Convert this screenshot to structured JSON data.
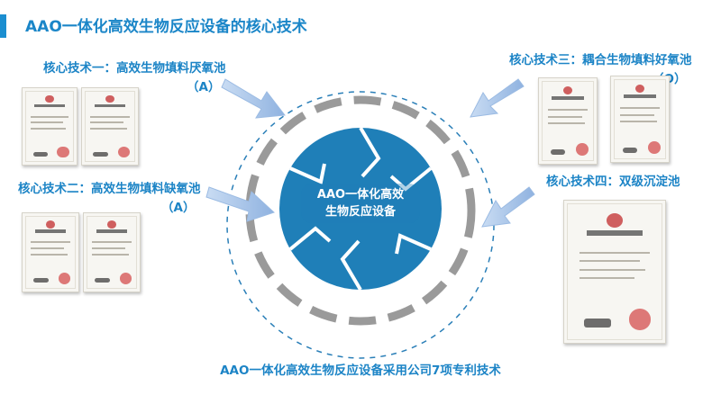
{
  "title": "AAO一体化高效生物反应设备的核心技术",
  "center_label_line1": "AAO一体化高效",
  "center_label_line2": "生物反应设备",
  "technologies": [
    {
      "line1": "核心技术一：高效生物填料厌氧池",
      "line2": "（A）"
    },
    {
      "line1": "核心技术二：高效生物填料缺氧池",
      "line2": "（A）"
    },
    {
      "line1": "核心技术三：耦合生物填料好氧池",
      "line2": "（O）"
    },
    {
      "line1": "核心技术四：双级沉淀池",
      "line2": ""
    }
  ],
  "bottom_caption": "AAO一体化高效生物反应设备采用公司7项专利技术",
  "colors": {
    "accent": "#1b86c8",
    "wheel": "#1f7fb8",
    "arrow": "#8fb3e0"
  }
}
